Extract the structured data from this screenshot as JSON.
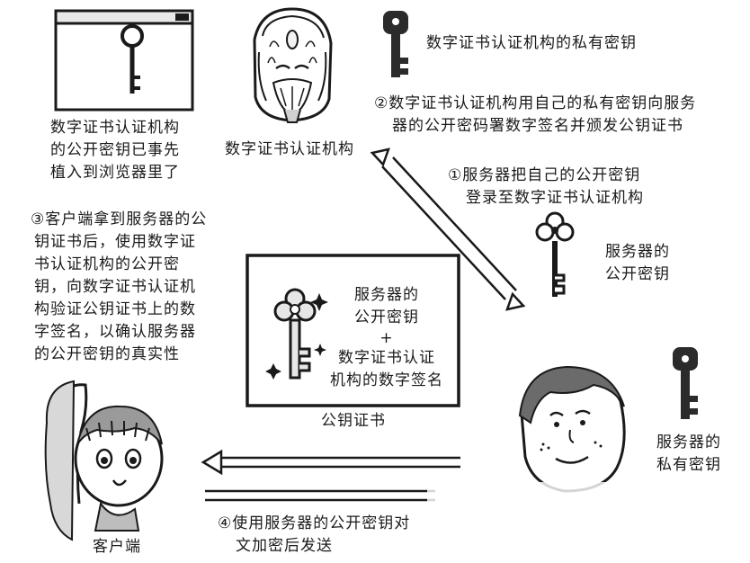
{
  "browser_text": [
    "数字证书认证机构",
    "的公开密钥已事先",
    "植入到浏览器里了"
  ],
  "ca": {
    "label": "数字证书认证机构",
    "private_key_label": "数字证书认证机构的私有密钥"
  },
  "steps": {
    "step2": [
      "②数字证书认证机构用自己的私有密钥向服务",
      "器的公开密码署数字签名并颁发公钥证书"
    ],
    "step1": [
      "①服务器把自己的公开密钥",
      "登录至数字证书认证机构"
    ],
    "step3": [
      "③客户端拿到服务器的公",
      "钥证书后，使用数字证",
      "书认证机构的公开密",
      "钥，向数字证书认证机",
      "构验证公钥证书上的数",
      "字签名，以确认服务器",
      "的公开密钥的真实性"
    ],
    "step4": [
      "④使用服务器的公开密钥对",
      "文加密后发送"
    ]
  },
  "server_public_key_label": [
    "服务器的",
    "公开密钥"
  ],
  "certificate": {
    "line1": "服务器的",
    "line2": "公开密钥",
    "plus": "+",
    "line3": "数字证书认证",
    "line4": "机构的数字签名",
    "caption": "公钥证书"
  },
  "server_private_key_label": [
    "服务器的",
    "私有密钥"
  ],
  "client_label": "客户端",
  "colors": {
    "ink": "#1a1a1a",
    "key_dark": "#2b2b2b",
    "skin": "#e8e2dc",
    "arrow_fill": "#ffffff"
  },
  "icons": [
    "browser-window-icon",
    "key-icon",
    "ca-wizard-illustration",
    "server-person-illustration",
    "client-girl-illustration",
    "sparkle-icon"
  ]
}
